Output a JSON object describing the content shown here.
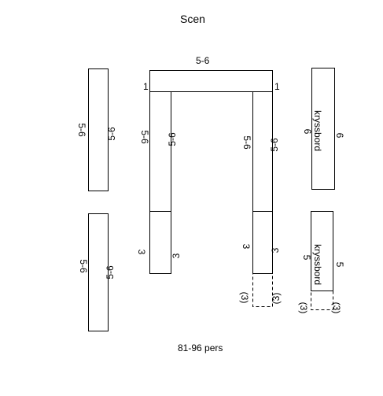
{
  "title": "Scen",
  "footer": "81-96 pers",
  "labels": {
    "top_bar": "5-6",
    "top_bar_end": "1",
    "block_a": "5-6",
    "block_b": "5-6",
    "leg_a": "5-6",
    "leg_b": "3",
    "round_a": "(3)",
    "kryssbord": "kryssbord",
    "kryss_a": "6",
    "kryss_b": "5",
    "kryss_round": "(3)"
  }
}
